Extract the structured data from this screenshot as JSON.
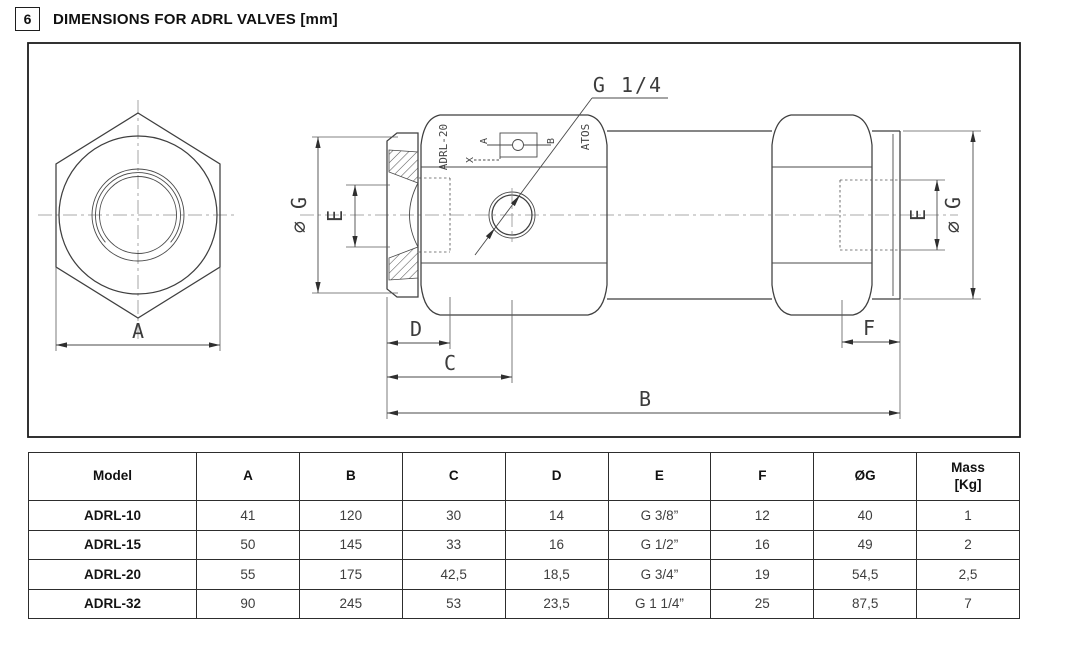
{
  "header": {
    "section_number": "6",
    "title": "DIMENSIONS FOR ADRL VALVES [mm]"
  },
  "drawing": {
    "port_callout": "G 1/4",
    "front_view": {
      "dim_a": "A"
    },
    "side_view": {
      "model_marking": "ADRL-20",
      "brand_marking": "ATOS",
      "symbol": {
        "port_a": "A",
        "port_b": "B",
        "port_x": "X"
      },
      "dims": {
        "b": "B",
        "c": "C",
        "d": "D",
        "f": "F",
        "e_left": "E",
        "e_right": "E",
        "dia_g_left": "∅ G",
        "dia_g_right": "∅ G"
      }
    }
  },
  "table": {
    "columns": [
      {
        "label": "Model",
        "sub": ""
      },
      {
        "label": "A",
        "sub": ""
      },
      {
        "label": "B",
        "sub": ""
      },
      {
        "label": "C",
        "sub": ""
      },
      {
        "label": "D",
        "sub": ""
      },
      {
        "label": "E",
        "sub": ""
      },
      {
        "label": "F",
        "sub": ""
      },
      {
        "label": "ØG",
        "sub": ""
      },
      {
        "label": "Mass",
        "sub": "[Kg]"
      }
    ],
    "rows": [
      {
        "model": "ADRL-10",
        "values": [
          "41",
          "120",
          "30",
          "14",
          "G 3/8”",
          "12",
          "40",
          "1"
        ]
      },
      {
        "model": "ADRL-15",
        "values": [
          "50",
          "145",
          "33",
          "16",
          "G 1/2”",
          "16",
          "49",
          "2"
        ]
      },
      {
        "model": "ADRL-20",
        "values": [
          "55",
          "175",
          "42,5",
          "18,5",
          "G 3/4”",
          "19",
          "54,5",
          "2,5"
        ]
      },
      {
        "model": "ADRL-32",
        "values": [
          "90",
          "245",
          "53",
          "23,5",
          "G 1 1/4”",
          "25",
          "87,5",
          "7"
        ]
      }
    ]
  }
}
